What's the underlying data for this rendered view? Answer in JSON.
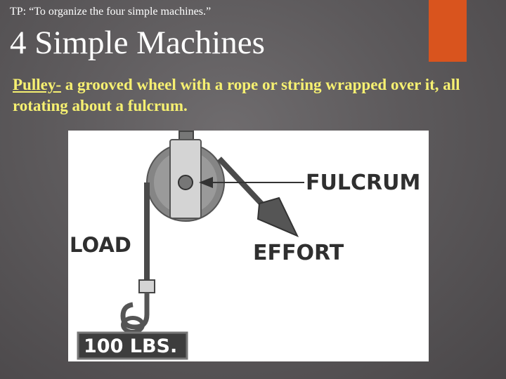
{
  "slide": {
    "tp_line": "TP: “To organize the four simple machines.”",
    "title": "4 Simple Machines",
    "definition": {
      "term": "Pulley-",
      "text": " a grooved wheel with a rope or string wrapped over it, all rotating about a fulcrum."
    },
    "accent_color": "#d9541e",
    "definition_color": "#f6f071"
  },
  "diagram": {
    "fulcrum_label": "FULCRUM",
    "load_label": "LOAD",
    "effort_label": "EFFORT",
    "weight_label": "100 LBS."
  }
}
